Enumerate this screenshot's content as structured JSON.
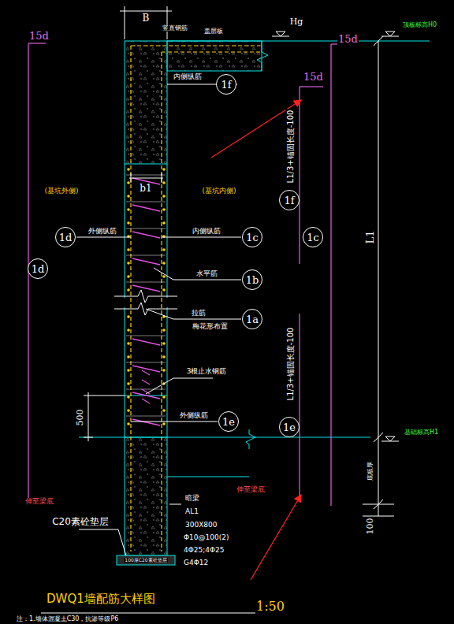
{
  "diagram": {
    "title": "DWQ1墙配筋大样图",
    "nodes": [
      {
        "text": [
          "1f"
        ]
      },
      {
        "text": [
          "1f"
        ]
      },
      {
        "text": [
          "1d"
        ]
      },
      {
        "text": [
          "1c"
        ]
      },
      {
        "text": [
          "1c"
        ]
      },
      {
        "text": [
          "1d"
        ]
      },
      {
        "text": [
          "1b"
        ]
      },
      {
        "text": [
          "1a"
        ]
      },
      {
        "text": [
          "1e"
        ]
      },
      {
        "text": [
          "1e"
        ]
      }
    ],
    "labels": [
      "B",
      "竖直钢筋",
      "盖层板",
      "Hg",
      "顶板标高H0",
      "15d",
      "15d",
      "内侧纵筋",
      "15d",
      "L1/3+锚固长度-100",
      "L1",
      "b1",
      "(基坑外侧)",
      "(基坑内侧)",
      "外侧纵筋",
      "内侧纵筋",
      "水平筋",
      "拉筋",
      "梅花形布置",
      "3根止水钢筋",
      "外侧纵筋",
      "500",
      "L1/3+锚固长度-100",
      "基础标高H1",
      "底板厚",
      "伸至梁底",
      "伸至梁底",
      "100",
      "暗梁",
      "AL1",
      "300X800",
      "Φ10@100(2)",
      "4Φ25;4Φ25",
      "G4Φ12",
      "C20素砼垫层",
      "100厚C20素砼垫层",
      "1:50",
      "注：1.墙体混凝土C30，抗渗等级P6"
    ]
  }
}
